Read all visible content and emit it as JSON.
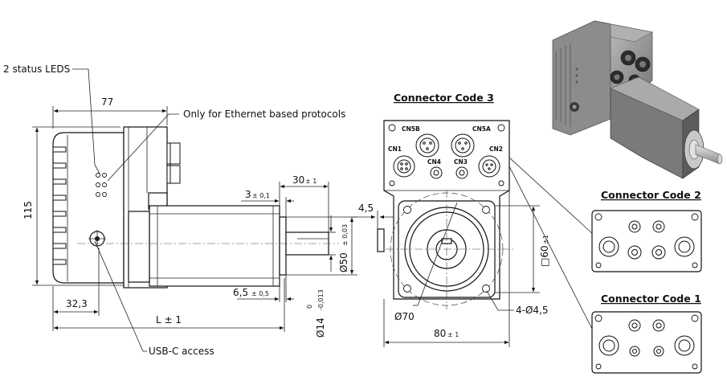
{
  "labels": {
    "status_leds": "2 status LEDS",
    "ethernet_note": "Only for Ethernet based protocols",
    "usbc": "USB-C access"
  },
  "dims": {
    "d77": "77",
    "d115": "115",
    "d32_3": "32,3",
    "dL": "L ± 1",
    "d30_main": "30",
    "d30_tol": "± 1",
    "d3_main": "3",
    "d3_tol": "± 0,1",
    "d45": "4,5",
    "d65_main": "6,5",
    "d65_tol": "± 0,5",
    "d50_main": "Ø50",
    "d50_tol": "± 0,03",
    "d14_main": "Ø14",
    "d14_up": "0",
    "d14_low": "-0,013",
    "d60_main": "□60",
    "d60_tol": "±1",
    "d70": "Ø70",
    "d80_main": "80",
    "d80_tol": "± 1",
    "holes": "4-Ø4,5"
  },
  "connectors": {
    "code3_title": "Connector Code 3",
    "code2_title": "Connector Code 2",
    "code1_title": "Connector Code 1",
    "cn5b": "CN5B",
    "cn5a": "CN5A",
    "cn1": "CN1",
    "cn2": "CN2",
    "cn3": "CN3",
    "cn4": "CN4"
  },
  "colors": {
    "line": "#111111",
    "photo_body": "#9a9a9a"
  }
}
